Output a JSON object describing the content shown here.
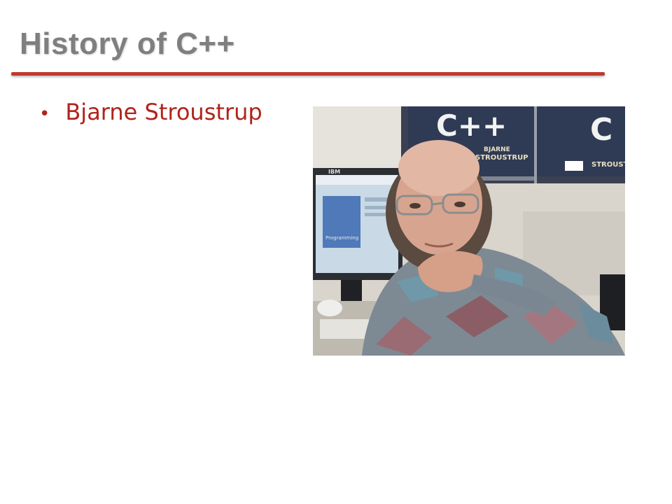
{
  "slide": {
    "title": "History of C++",
    "bullets": [
      {
        "text": "Bjarne Stroustrup"
      }
    ]
  },
  "photo": {
    "subject": "portrait of Bjarne Stroustrup at a desk",
    "book_cover_title": "C++",
    "book_cover_author": "BJARNE",
    "book_cover_author_surname": "STROUSTRUP",
    "monitor_brand": "IBM",
    "screen_book_title": "Programming"
  },
  "colors": {
    "title_gray": "#7f7f7f",
    "rule_red": "#c0392b",
    "bullet_red": "#b0241b"
  }
}
